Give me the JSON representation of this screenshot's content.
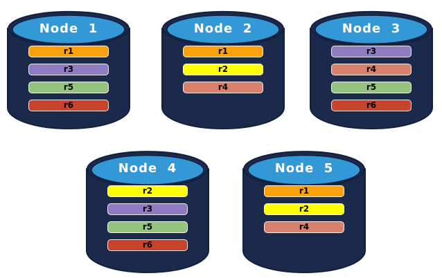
{
  "diagram": {
    "description": "Five database nodes (cylinders) each holding a set of replicas"
  },
  "replica_colors": {
    "r1": "#FAA10B",
    "r2": "#FFFF00",
    "r3": "#8E7CC3",
    "r4": "#D9806C",
    "r5": "#93C47D",
    "r6": "#C7432B"
  },
  "colors": {
    "cylinder_body": "#1B2A4A",
    "cylinder_top": "#3399D6",
    "cylinder_outline": "#12203F",
    "node_label_text": "#FFFFFF",
    "bar_text": "#000000"
  },
  "nodes": [
    {
      "label": "Node  1",
      "replicas": [
        "r1",
        "r3",
        "r5",
        "r6"
      ]
    },
    {
      "label": "Node  2",
      "replicas": [
        "r1",
        "r2",
        "r4"
      ]
    },
    {
      "label": "Node  3",
      "replicas": [
        "r3",
        "r4",
        "r5",
        "r6"
      ]
    },
    {
      "label": "Node  4",
      "replicas": [
        "r2",
        "r3",
        "r5",
        "r6"
      ]
    },
    {
      "label": "Node  5",
      "replicas": [
        "r1",
        "r2",
        "r4"
      ]
    }
  ]
}
